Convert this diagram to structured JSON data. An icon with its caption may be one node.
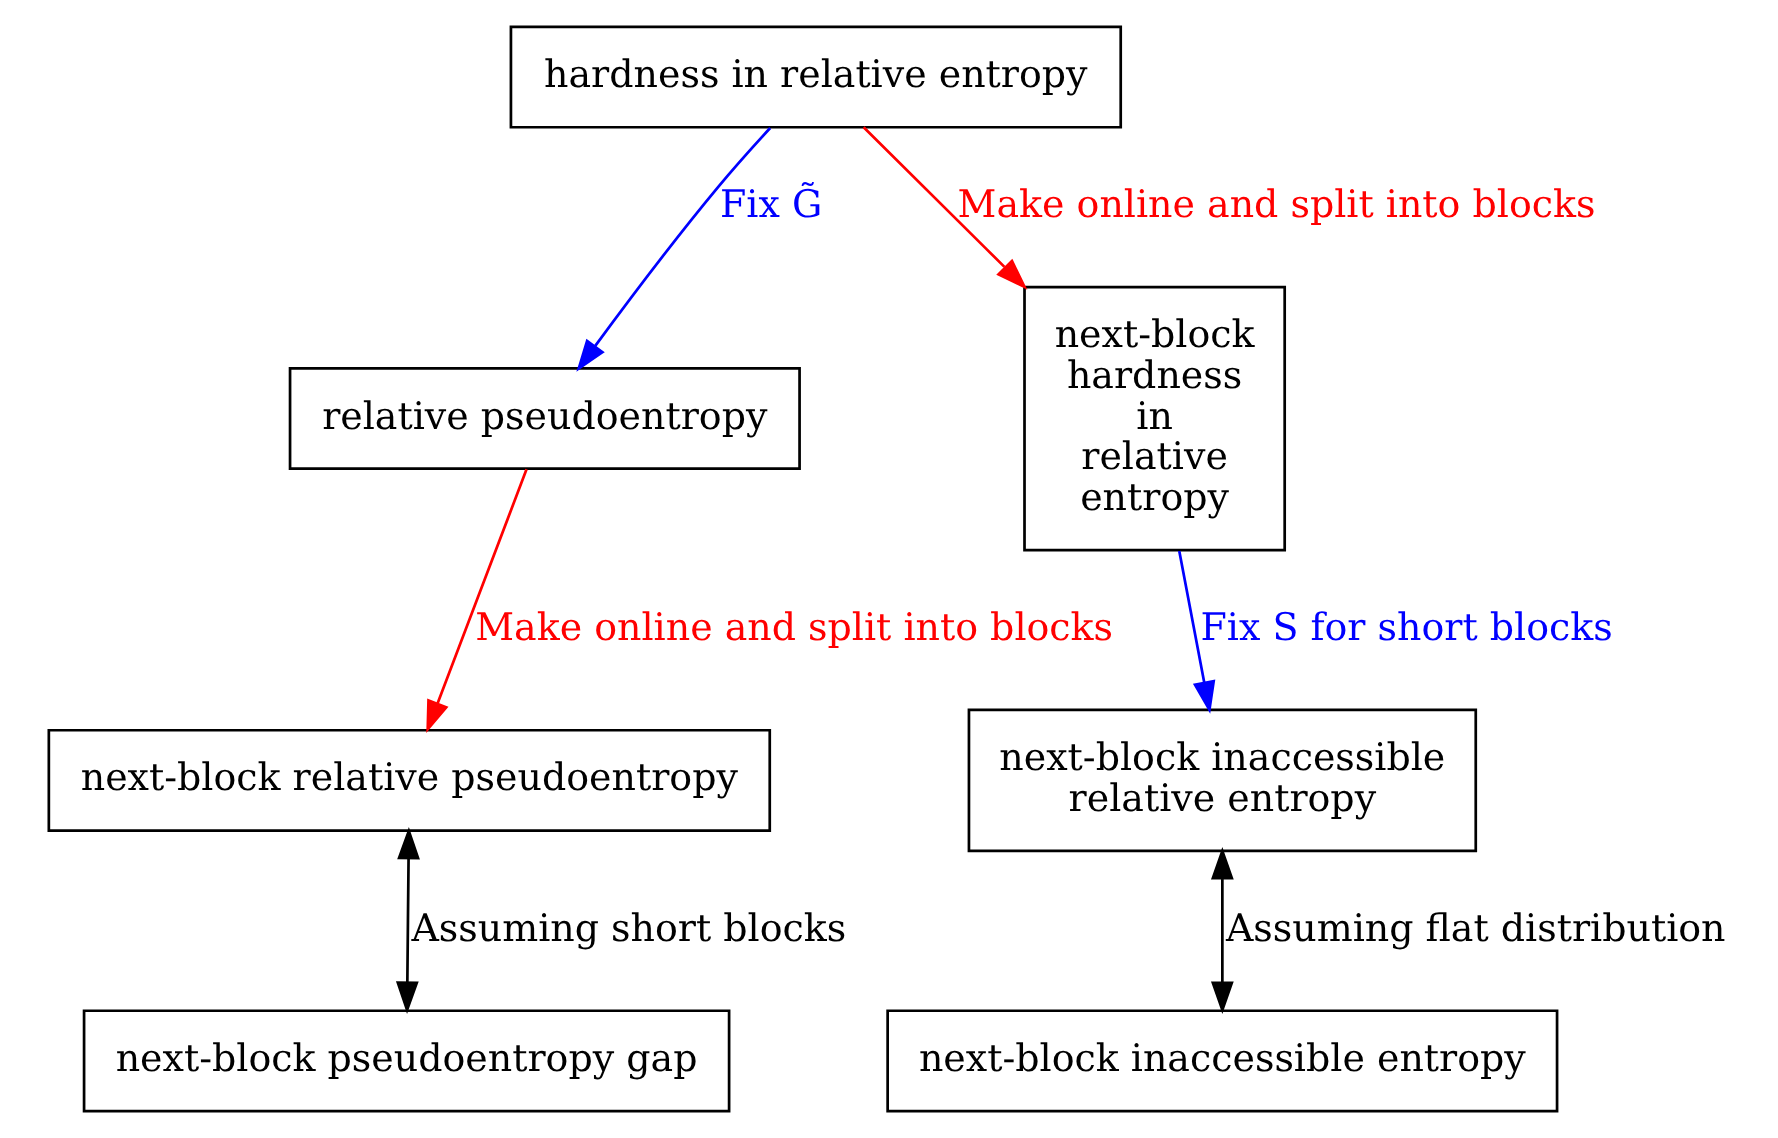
{
  "diagram": {
    "nodes": [
      {
        "text": [
          "hardness in relative entropy"
        ]
      },
      {
        "text": [
          "relative pseudoentropy"
        ]
      },
      {
        "text": [
          "next-block hardness in relative entropy"
        ]
      },
      {
        "text": [
          "next-block relative pseudoentropy"
        ]
      },
      {
        "text": [
          "next-block inaccessible relative entropy"
        ]
      },
      {
        "text": [
          "next-block pseudoentropy gap"
        ]
      },
      {
        "text": [
          "next-block inaccessible entropy"
        ]
      }
    ],
    "edges": [
      {
        "from": 0,
        "to": 1,
        "arrow": "to",
        "label": "Fix G̃",
        "color": "#0000ff"
      },
      {
        "from": 0,
        "to": 2,
        "arrow": "to",
        "label": "Make online and split into blocks",
        "color": "#ff0000"
      },
      {
        "from": 1,
        "to": 3,
        "arrow": "to",
        "label": "Make online and split into blocks",
        "color": "#ff0000"
      },
      {
        "from": 2,
        "to": 4,
        "arrow": "to",
        "label": "Fix S for short blocks",
        "color": "#0000ff"
      },
      {
        "from": 3,
        "to": 5,
        "arrow": "both",
        "label": "Assuming short blocks",
        "color": "#000000"
      },
      {
        "from": 4,
        "to": 6,
        "arrow": "both",
        "label": "Assuming flat distribution",
        "color": "#000000"
      }
    ]
  }
}
